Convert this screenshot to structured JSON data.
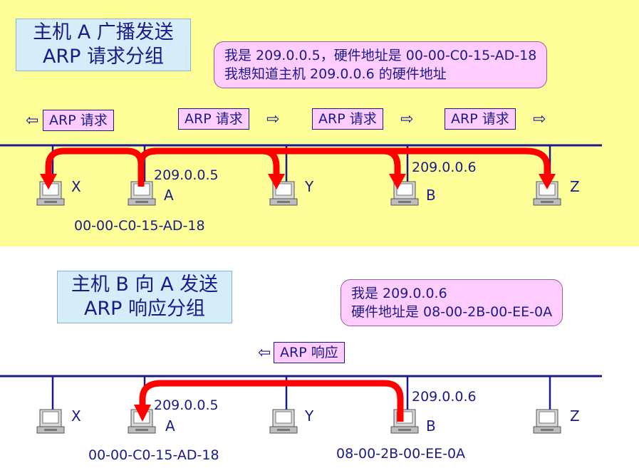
{
  "top": {
    "title_line1": "主机 A 广播发送",
    "title_line2": "ARP 请求分组",
    "callout_line1": "我是 209.0.0.5，硬件地址是 00-00-C0-15-AD-18",
    "callout_line2": "我想知道主机 209.0.0.6 的硬件地址",
    "packets": [
      "ARP 请求",
      "ARP 请求",
      "ARP 请求",
      "ARP 请求"
    ],
    "hosts": [
      "X",
      "A",
      "Y",
      "B",
      "Z"
    ],
    "ip_a": "209.0.0.5",
    "ip_b": "209.0.0.6",
    "mac_a": "00-00-C0-15-AD-18"
  },
  "bottom": {
    "title_line1": "主机 B 向 A 发送",
    "title_line2": "ARP 响应分组",
    "callout_line1": "我是 209.0.0.6",
    "callout_line2": "硬件地址是 08-00-2B-00-EE-0A",
    "packet": "ARP 响应",
    "hosts": [
      "X",
      "A",
      "Y",
      "B",
      "Z"
    ],
    "ip_a": "209.0.0.5",
    "ip_b": "209.0.0.6",
    "mac_a": "00-00-C0-15-AD-18",
    "mac_b": "08-00-2B-00-EE-0A"
  },
  "colors": {
    "top_bg": "#ffff99",
    "arrow": "#ff0000",
    "line": "#1a1a8c",
    "callout": "#ffccff",
    "title_box": "#d6ecf9"
  }
}
